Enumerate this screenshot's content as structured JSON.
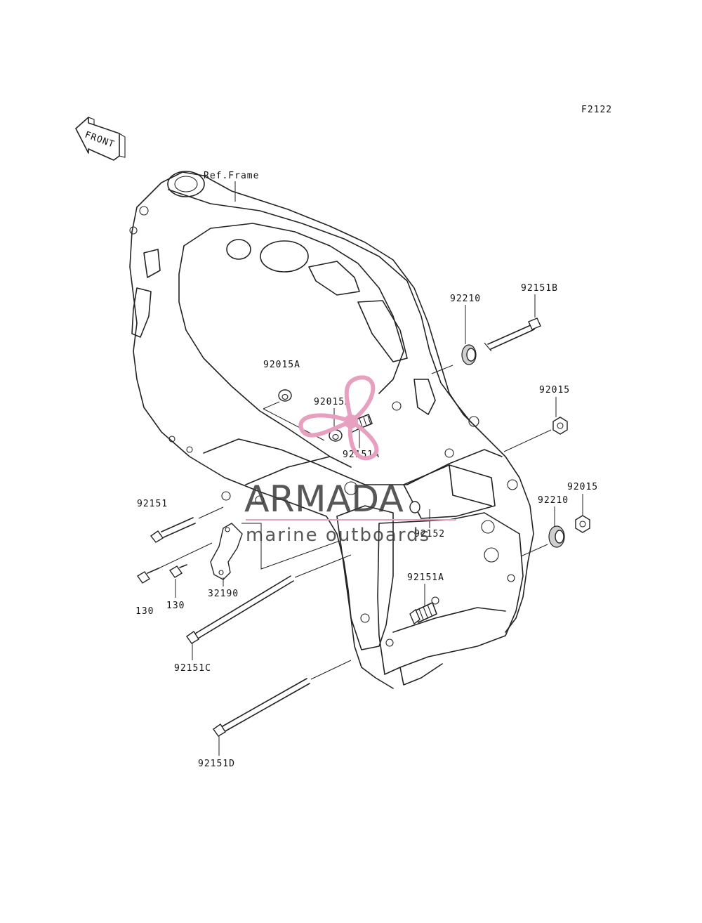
{
  "diagram": {
    "figure_code": "F2122",
    "front_label": "FRONT",
    "reference_label": "Ref.Frame"
  },
  "callouts": {
    "c92151B": "92151B",
    "c92210_upper": "92210",
    "c92015A_left": "92015A",
    "c92015A_center": "92015A",
    "c92151A_center": "92151A",
    "c92015_upper": "92015",
    "c92015_lower": "92015",
    "c92210_lower": "92210",
    "c92151": "92151",
    "c92152": "92152",
    "c92151A_lower": "92151A",
    "c130_left": "130",
    "c130_right": "130",
    "c32190": "32190",
    "c92151C": "92151C",
    "c92151D": "92151D"
  },
  "watermark": {
    "brand": "ARMADA",
    "tagline": "marine outboards",
    "accent_color": "#e8a0c0",
    "text_color": "#3a3a3a"
  }
}
